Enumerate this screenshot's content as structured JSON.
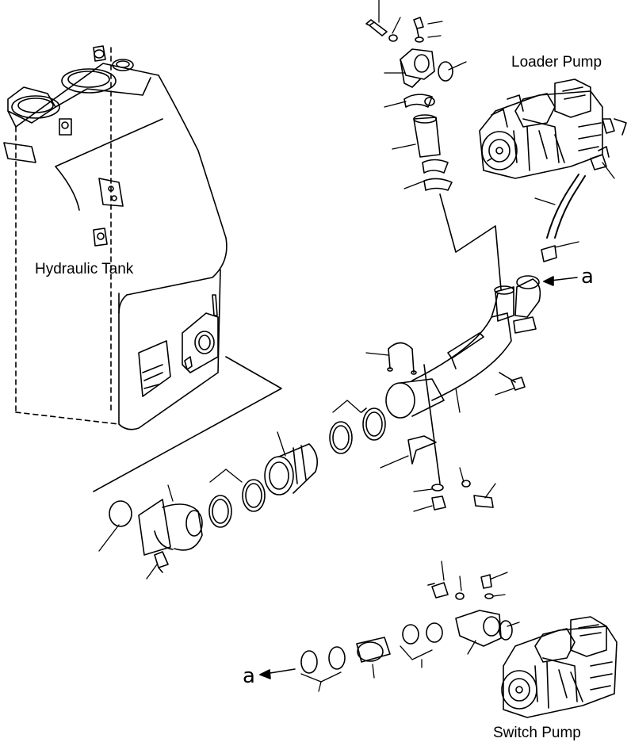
{
  "labels": {
    "loader_pump": "Loader Pump",
    "hydraulic_tank": "Hydraulic Tank",
    "switch_pump": "Switch Pump",
    "ref_a_top": "a",
    "ref_a_bottom": "a"
  },
  "colors": {
    "ink": "#000000",
    "paper": "#ffffff"
  }
}
